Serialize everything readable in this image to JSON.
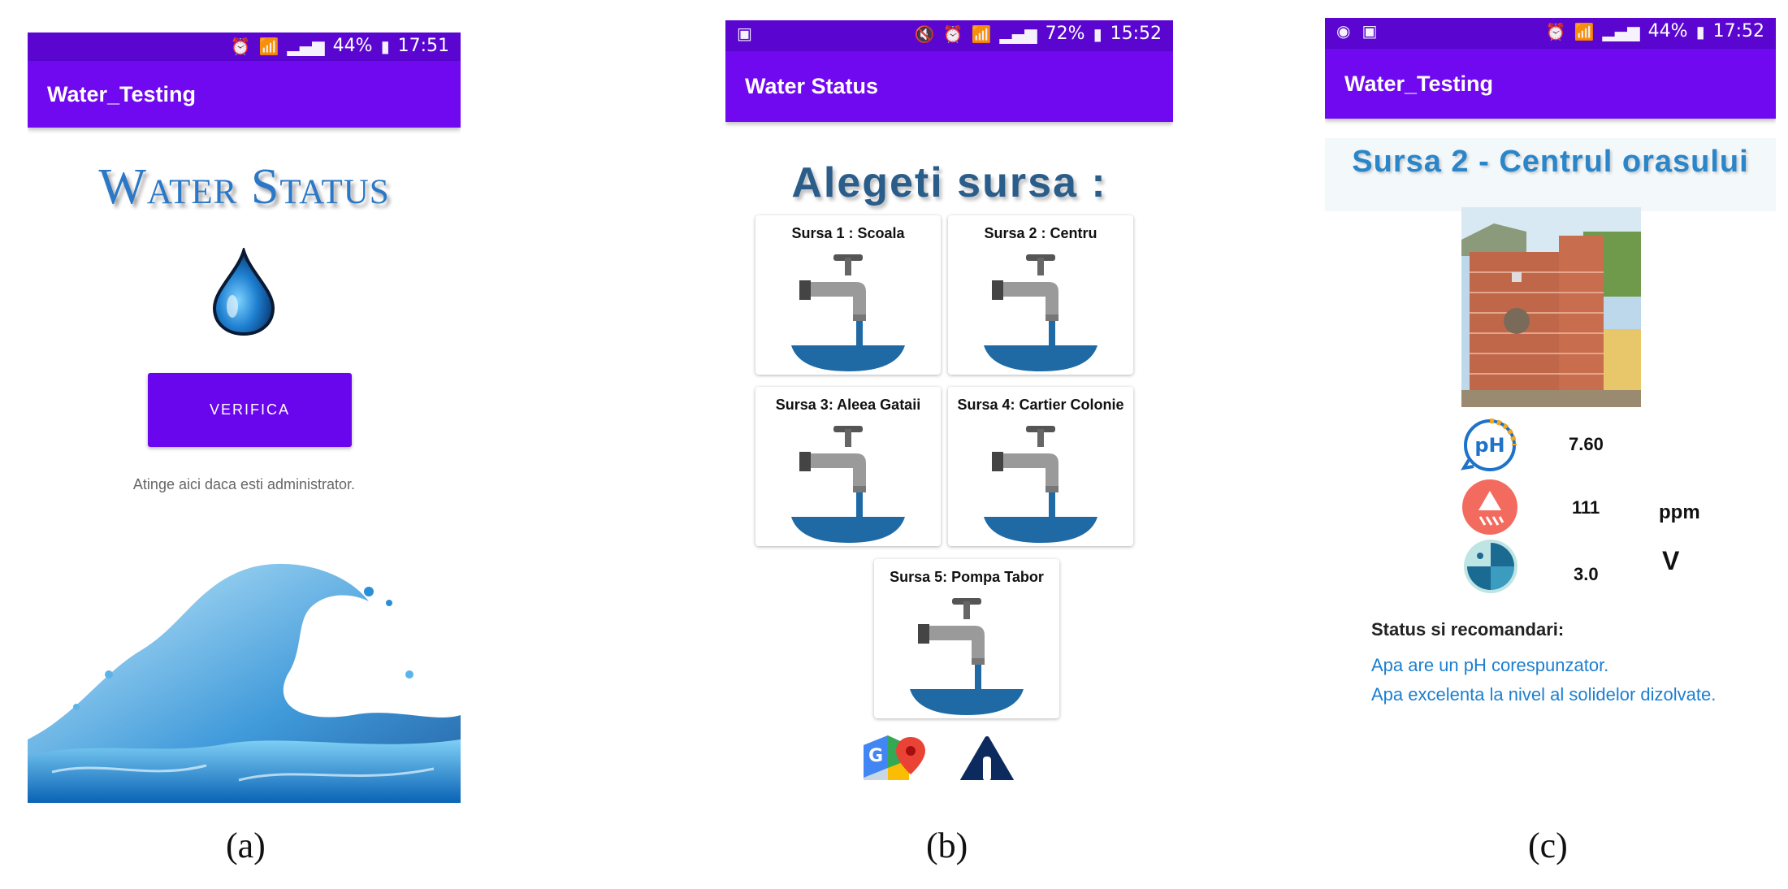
{
  "panel_a": {
    "status": {
      "battery": "44%",
      "time": "17:51"
    },
    "app_title": "Water_Testing",
    "heading": "Water Status",
    "button_label": "VERIFICA",
    "admin_hint": "Atinge aici daca esti administrator.",
    "caption": "(a)"
  },
  "panel_b": {
    "status": {
      "battery": "72%",
      "time": "15:52"
    },
    "app_title": "Water Status",
    "heading": "Alegeti sursa :",
    "sources": [
      {
        "label": "Sursa 1 : Scoala"
      },
      {
        "label": "Sursa 2 : Centru"
      },
      {
        "label": "Sursa 3: Aleea Gataii"
      },
      {
        "label": "Sursa 4: Cartier Colonie"
      },
      {
        "label": "Sursa 5: Pompa Tabor"
      }
    ],
    "caption": "(b)"
  },
  "panel_c": {
    "status": {
      "battery": "44%",
      "time": "17:52"
    },
    "app_title": "Water_Testing",
    "heading": "Sursa 2 - Centrul orasului",
    "ph_value": "7.60",
    "tds_value": "111",
    "tds_unit": "ppm",
    "voltage_value": "3.0",
    "voltage_unit": "V",
    "ph_icon_text": "pH",
    "status_heading": "Status si recomandari:",
    "recommendations": [
      "Apa are un pH corespunzator.",
      "Apa excelenta la nivel al solidelor dizolvate."
    ],
    "caption": "(c)"
  },
  "colors": {
    "appbar": "#7008f0",
    "statusbar": "#5a06d0",
    "water": "#1f6aa5",
    "link": "#1c7fd0"
  }
}
